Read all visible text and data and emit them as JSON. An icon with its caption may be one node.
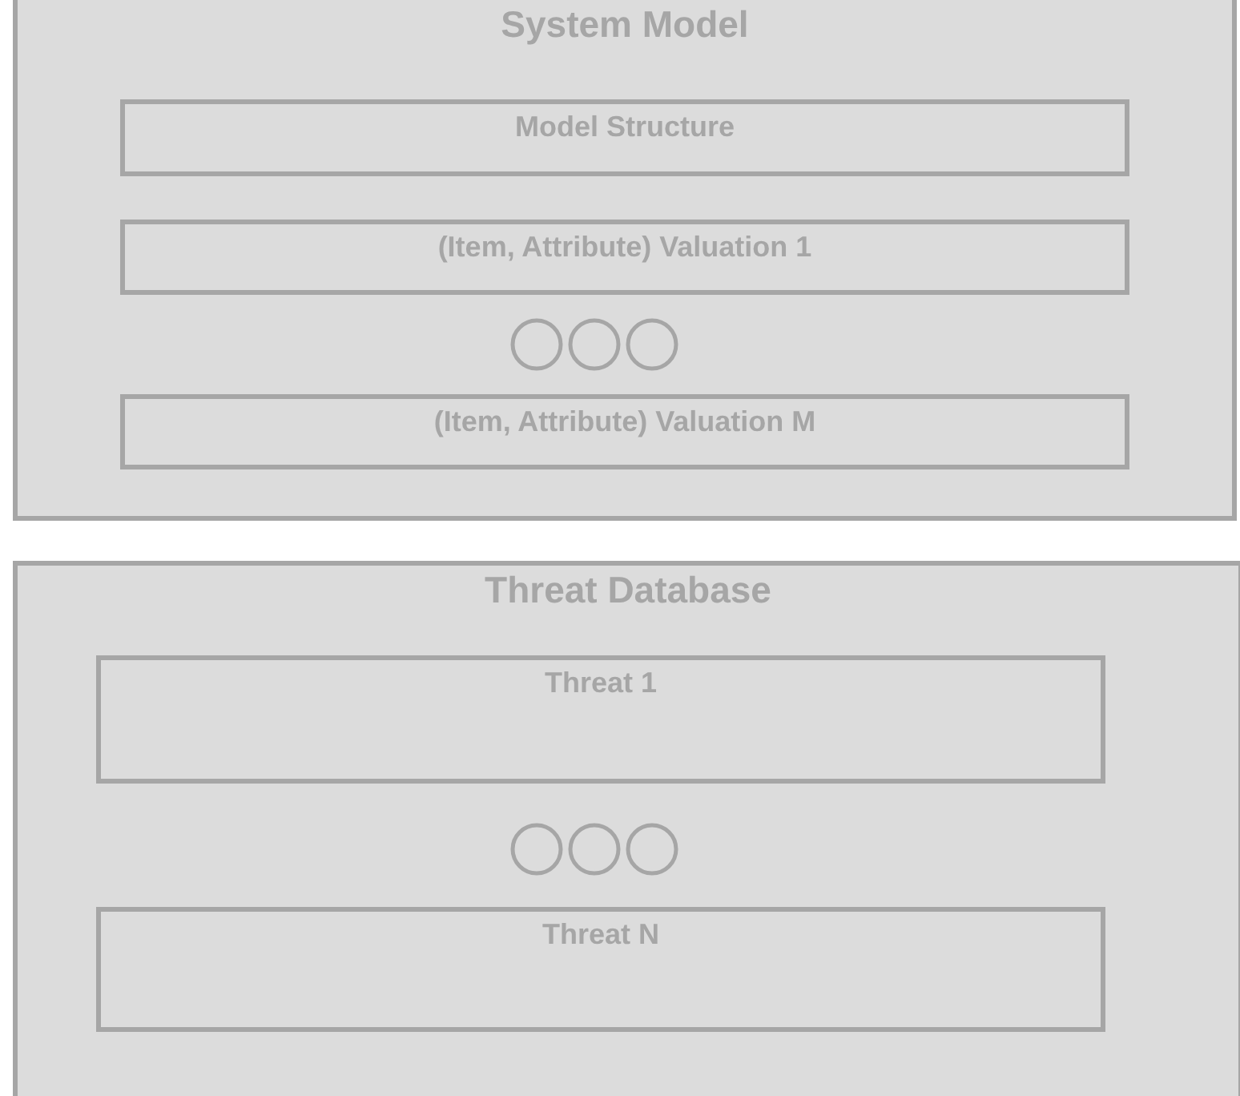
{
  "diagram": {
    "nodes": [
      {
        "text": [
          "System Model"
        ]
      },
      {
        "text": [
          "Model Structure"
        ],
        "in": 0
      },
      {
        "text": [
          "(Item, Attribute) Valuation 1"
        ],
        "in": 0
      },
      {
        "text": [
          "(Item, Attribute) Valuation M"
        ],
        "in": 0
      },
      {
        "text": [
          "Threat Database"
        ]
      },
      {
        "text": [
          "Threat 1"
        ],
        "in": 4
      },
      {
        "text": [
          "Threat N"
        ],
        "in": 4
      }
    ]
  }
}
